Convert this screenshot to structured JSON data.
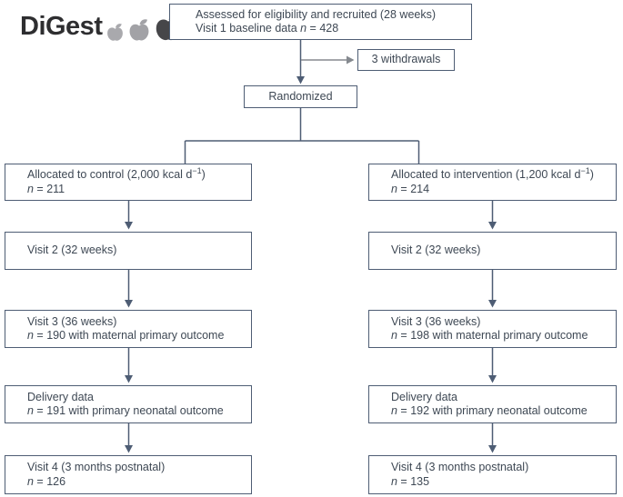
{
  "logo": {
    "text": "DiGest",
    "apple_colors": [
      "#a9a9ad",
      "#a2a2a6",
      "#464649"
    ]
  },
  "colors": {
    "box_border": "#4e5d74",
    "arrow": "#4e5d74",
    "withdraw_arrow": "#85898f",
    "text": "#3e4854",
    "background": "#ffffff"
  },
  "flow": {
    "assessed": {
      "line1": "Assessed for eligibility and recruited (28 weeks)",
      "line2_pre": "Visit 1 baseline data ",
      "n": "n",
      "line2_post": " = 428"
    },
    "withdrawals": {
      "label": "3 withdrawals"
    },
    "randomized": {
      "label": "Randomized"
    },
    "left": {
      "allocated": {
        "line1_pre": "Allocated to control (2,000 kcal d",
        "sup": "−1",
        "line1_post": ")",
        "n": "n",
        "line2": " = 211"
      },
      "visit2": {
        "line1": "Visit 2 (32 weeks)"
      },
      "visit3": {
        "line1": "Visit 3 (36 weeks)",
        "n": "n",
        "line2": " = 190 with maternal primary outcome"
      },
      "delivery": {
        "line1": "Delivery data",
        "n": "n",
        "line2": " = 191 with primary neonatal outcome"
      },
      "visit4": {
        "line1": "Visit 4 (3 months postnatal)",
        "n": "n",
        "line2": " = 126"
      }
    },
    "right": {
      "allocated": {
        "line1_pre": "Allocated to intervention (1,200 kcal d",
        "sup": "−1",
        "line1_post": ")",
        "n": "n",
        "line2": " = 214"
      },
      "visit2": {
        "line1": "Visit 2 (32 weeks)"
      },
      "visit3": {
        "line1": "Visit 3 (36 weeks)",
        "n": "n",
        "line2": " = 198 with maternal primary outcome"
      },
      "delivery": {
        "line1": "Delivery data",
        "n": "n",
        "line2": " = 192 with primary neonatal outcome"
      },
      "visit4": {
        "line1": "Visit 4 (3 months postnatal)",
        "n": "n",
        "line2": " = 135"
      }
    }
  }
}
